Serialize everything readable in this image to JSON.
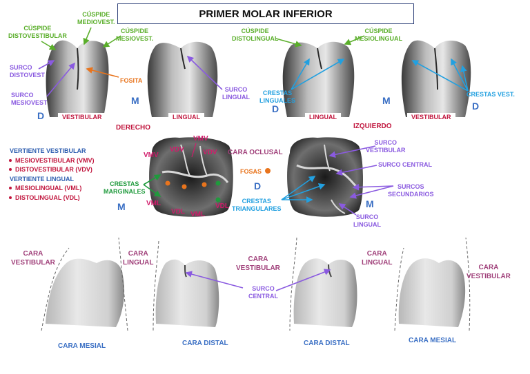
{
  "title": "PRIMER MOLAR INFERIOR",
  "colors": {
    "green": "#5aae2a",
    "purple": "#8a5ae0",
    "orange": "#e8741d",
    "cyan": "#22a0e0",
    "blue": "#3a6fc4",
    "red": "#c0143c",
    "magenta": "#d01a6a",
    "green2": "#1f9a3c",
    "mauve": "#a0407a"
  },
  "top_left": {
    "cusp_dv": "CÚSPIDE\nDISTOVESTIBULAR",
    "cusp_mv_a": "CÚSPIDE\nMEDIOVEST.",
    "cusp_mv_b": "CÚSPIDE\nMESIOVEST.",
    "surco_dv": "SURCO\nDISTOVEST",
    "surco_mv": "SURCO\nMESIOVEST",
    "fosita": "FOSITA",
    "d": "D",
    "m": "M",
    "vestibular": "VESTIBULAR",
    "lingual": "LINGUAL",
    "surco_lingual": "SURCO\nLINGUAL",
    "derecho": "DERECHO"
  },
  "top_right": {
    "cusp_dl": "CÚSPIDE\nDISTOLINGUAL",
    "cusp_ml": "CÚSPIDE\nMESIOLINGUAL",
    "crestas_ling": "CRESTAS\nLINGUALES",
    "d": "D",
    "m": "M",
    "d2": "D",
    "lingual": "LINGUAL",
    "vestibular": "VESTIBULAR",
    "crestas_vest": "CRESTAS VEST.",
    "izquierdo": "IZQUIERDO"
  },
  "legend": {
    "h1": "VERTIENTE VESTIBULAR",
    "items1": [
      "MESIOVESTIBULAR (VMV)",
      "DISTOVESTIBULAR (VDV)"
    ],
    "h2": "VERTIENTE LINGUAL",
    "items2": [
      "MESIOLINGUAL (VML)",
      "DISTOLINGUAL (VDL)"
    ]
  },
  "occlusal": {
    "vmv1": "VMV",
    "vdv": "VDV",
    "vmv2": "VMV",
    "vdv2": "VDV",
    "vml": "VML",
    "vdl": "VDL",
    "vml2": "VML",
    "vdl2": "VDL",
    "crestas_marg": "CRESTAS\nMARGINALES",
    "m": "M",
    "cara_oclusal": "CARA OCLUSAL",
    "fosas": "FOSAS",
    "d": "D",
    "m2": "M",
    "crestas_tri": "CRESTAS\nTRIANGULARES",
    "surco_vest": "SURCO\nVESTIBULAR",
    "surco_central": "SURCO CENTRAL",
    "surcos_sec": "SURCOS\nSECUNDARIOS",
    "surco_lingual": "SURCO\nLINGUAL"
  },
  "bottom": {
    "cara_vest1": "CARA\nVESTIBULAR",
    "cara_ling1": "CARA\nLINGUAL",
    "cara_vest2": "CARA\nVESTIBULAR",
    "cara_ling2": "CARA\nLINGUAL",
    "cara_vest3": "CARA\nVESTIBULAR",
    "surco_central": "SURCO\nCENTRAL",
    "cara_mesial1": "CARA MESIAL",
    "cara_distal1": "CARA DISTAL",
    "cara_distal2": "CARA DISTAL",
    "cara_mesial2": "CARA MESIAL"
  }
}
